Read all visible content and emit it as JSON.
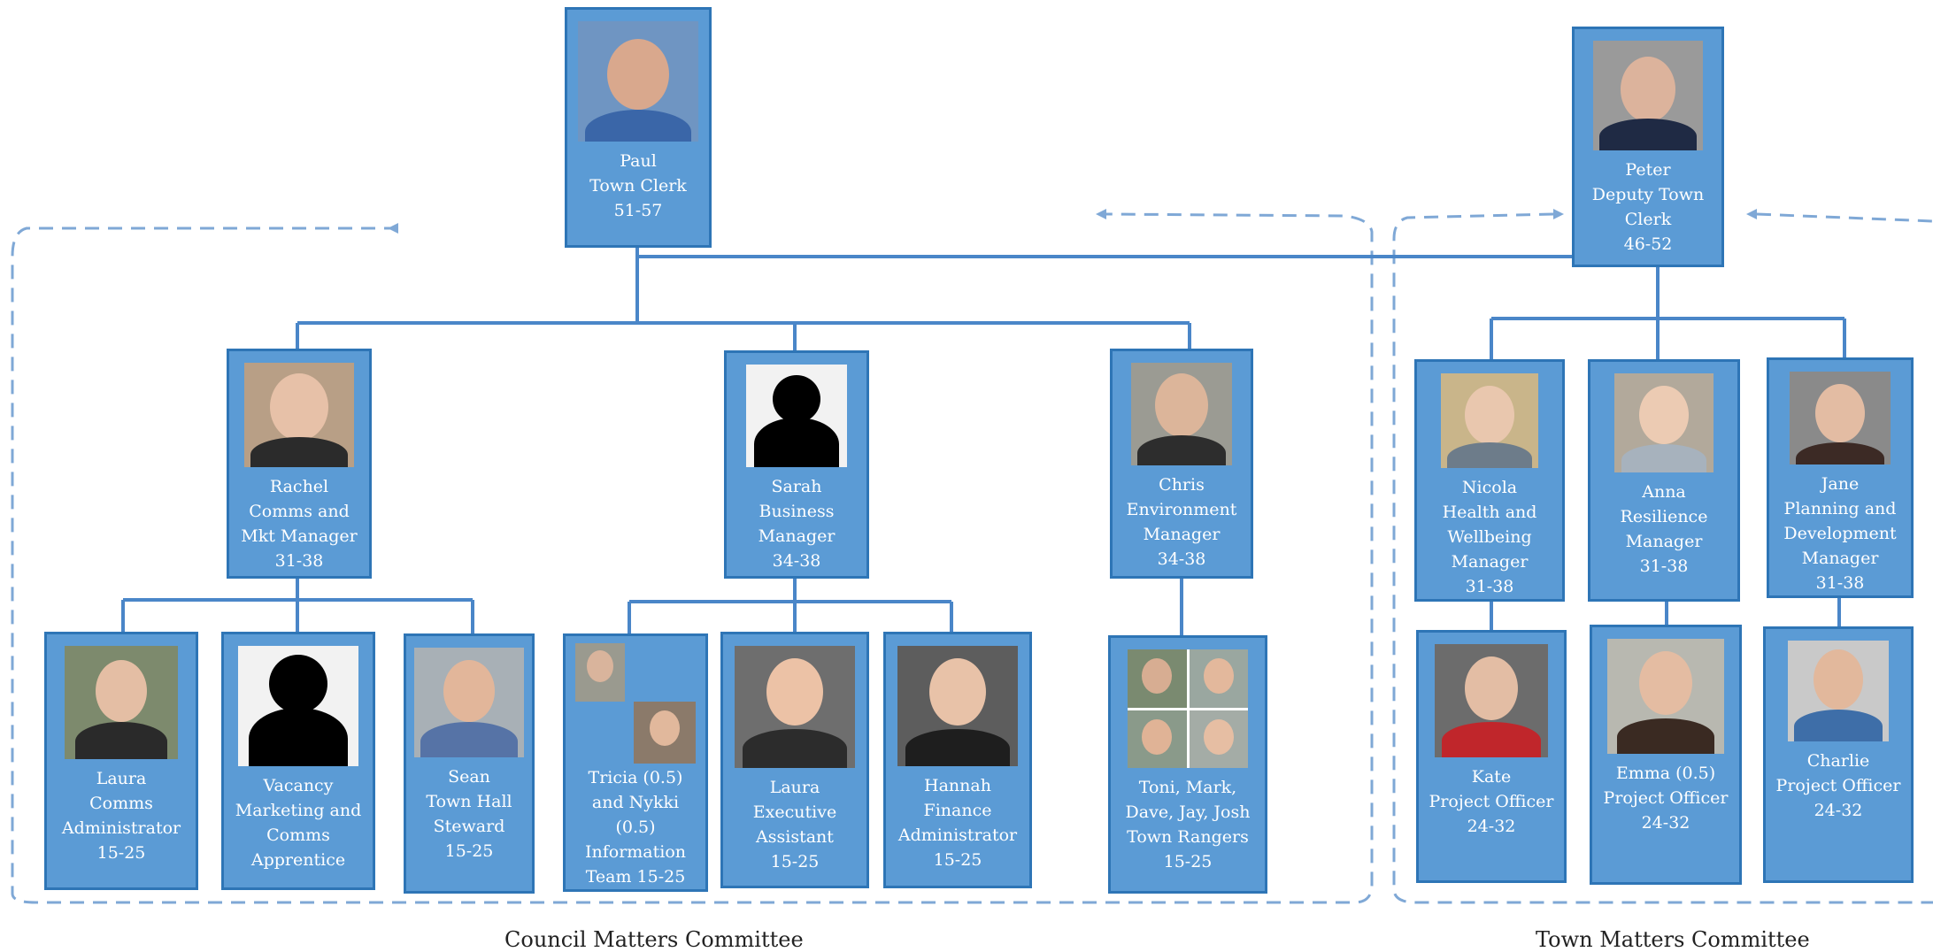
{
  "people": {
    "paul": {
      "name": "Paul",
      "title": "Town Clerk",
      "grade": "51-57",
      "photo": "person-photo-icon"
    },
    "peter": {
      "name": "Peter",
      "title": "Deputy Town Clerk",
      "grade": "46-52",
      "photo": "person-photo-icon"
    },
    "rachel": {
      "name": "Rachel",
      "title": "Comms and Mkt Manager",
      "grade": "31-38",
      "photo": "person-photo-icon"
    },
    "sarah": {
      "name": "Sarah",
      "title": "Business Manager",
      "grade": "34-38",
      "photo": "placeholder-silhouette-icon"
    },
    "chris": {
      "name": "Chris",
      "title": "Environment Manager",
      "grade": "34-38",
      "photo": "person-photo-icon"
    },
    "nicola": {
      "name": "Nicola",
      "title": "Health and Wellbeing Manager",
      "grade": "31-38",
      "photo": "person-photo-icon"
    },
    "anna": {
      "name": "Anna",
      "title": "Resilience Manager",
      "grade": "31-38",
      "photo": "person-photo-icon"
    },
    "jane": {
      "name": "Jane",
      "title": "Planning and Development Manager",
      "grade": "31-38",
      "photo": "person-photo-icon"
    },
    "laura_comms": {
      "name": "Laura",
      "title": "Comms Administrator",
      "grade": "15-25",
      "photo": "person-photo-icon"
    },
    "vacancy": {
      "name": "Vacancy",
      "title": "Marketing and Comms Apprentice",
      "grade": "",
      "photo": "placeholder-silhouette-icon"
    },
    "sean": {
      "name": "Sean",
      "title": "Town Hall Steward",
      "grade": "15-25",
      "photo": "person-photo-icon"
    },
    "tricia_nykki": {
      "name": "Tricia (0.5) and Nykki (0.5)",
      "title": "Information Team",
      "grade": "15-25",
      "photo": "two-person-photo-icon"
    },
    "laura_exec": {
      "name": "Laura",
      "title": "Executive Assistant",
      "grade": "15-25",
      "photo": "person-photo-icon"
    },
    "hannah": {
      "name": "Hannah",
      "title": "Finance Administrator",
      "grade": "15-25",
      "photo": "person-photo-icon"
    },
    "rangers": {
      "name": "Toni, Mark, Dave, Jay, Josh",
      "title": "Town Rangers",
      "grade": "15-25",
      "photo": "group-photo-icon"
    },
    "kate": {
      "name": "Kate",
      "title": "Project Officer",
      "grade": "24-32",
      "photo": "person-photo-icon"
    },
    "emma": {
      "name": "Emma (0.5)",
      "title": "Project Officer",
      "grade": "24-32",
      "photo": "person-photo-icon"
    },
    "charlie": {
      "name": "Charlie",
      "title": "Project Officer",
      "grade": "24-32",
      "photo": "person-photo-icon"
    }
  },
  "committees": {
    "council": "Council Matters Committee",
    "town": "Town Matters Committee"
  },
  "colors": {
    "box_fill": "#5b9bd5",
    "box_border": "#2e75b6",
    "connector": "#4a86c8",
    "dashed_boundary": "#7fa8d6"
  }
}
